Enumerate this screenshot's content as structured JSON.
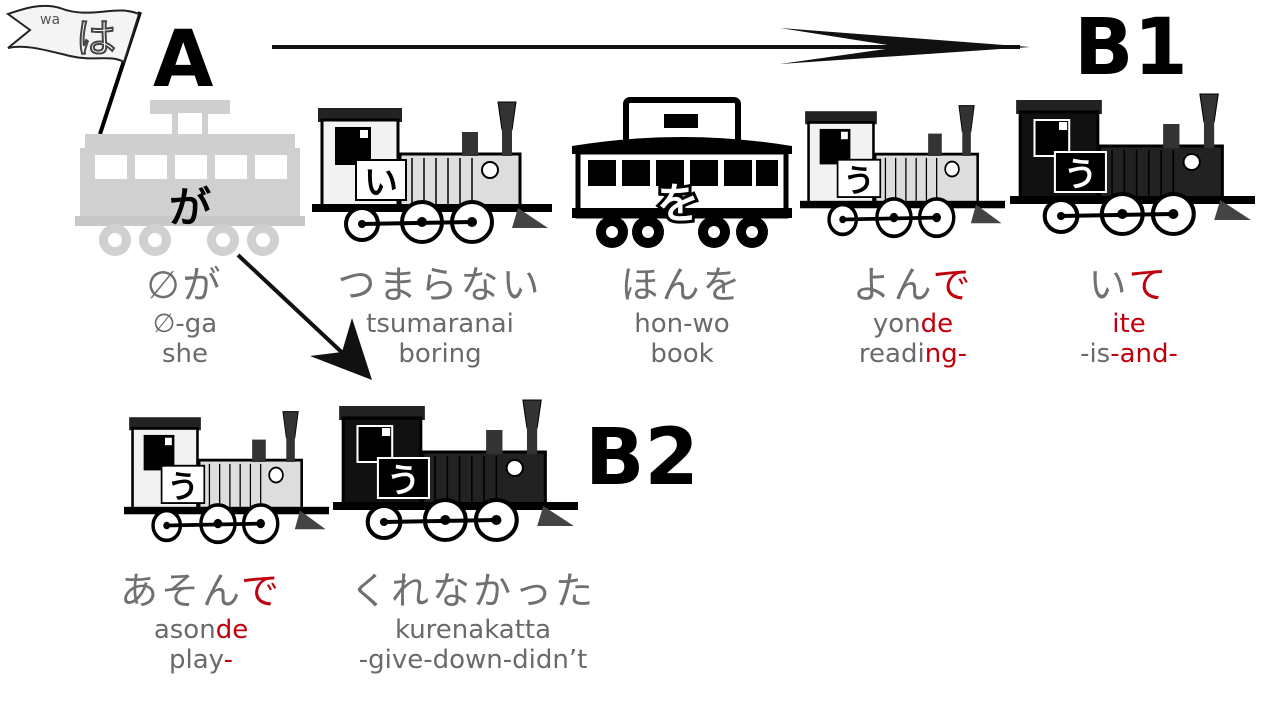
{
  "labels": {
    "a": "A",
    "b1": "B1",
    "b2": "B2"
  },
  "flag": {
    "romaji": "wa",
    "kana": "は"
  },
  "cars": [
    {
      "id": "ga",
      "kana": "が"
    },
    {
      "id": "i",
      "kana": "い"
    },
    {
      "id": "wo",
      "kana": "を"
    },
    {
      "id": "u1",
      "kana": "う"
    },
    {
      "id": "u2",
      "kana": "う"
    },
    {
      "id": "u3",
      "kana": "う"
    },
    {
      "id": "u4",
      "kana": "う"
    }
  ],
  "words": [
    {
      "kana": "∅が",
      "kana_red": "",
      "romaji": "∅-ga",
      "romaji_red": "",
      "gloss": "she",
      "gloss_red": ""
    },
    {
      "kana": "つまらない",
      "kana_red": "",
      "romaji": "tsumaranai",
      "romaji_red": "",
      "gloss": "boring",
      "gloss_red": ""
    },
    {
      "kana": "ほんを",
      "kana_red": "",
      "romaji": "hon-wo",
      "romaji_red": "",
      "gloss": "book",
      "gloss_red": ""
    },
    {
      "kana": "よん",
      "kana_red": "で",
      "romaji": "yon",
      "romaji_red": "de",
      "gloss": "readi",
      "gloss_red": "ng-"
    },
    {
      "kana": "い",
      "kana_red": "て",
      "romaji": "ite",
      "romaji_red": "",
      "gloss": "-is",
      "gloss_red": "-and-"
    },
    {
      "kana": "あそん",
      "kana_red": "で",
      "romaji": "ason",
      "romaji_red": "de",
      "gloss": "play",
      "gloss_red": "-"
    },
    {
      "kana": "くれなかった",
      "kana_red": "",
      "romaji": "kurenakatta",
      "romaji_red": "",
      "gloss": "-give-down-didn’t",
      "gloss_red": ""
    }
  ]
}
